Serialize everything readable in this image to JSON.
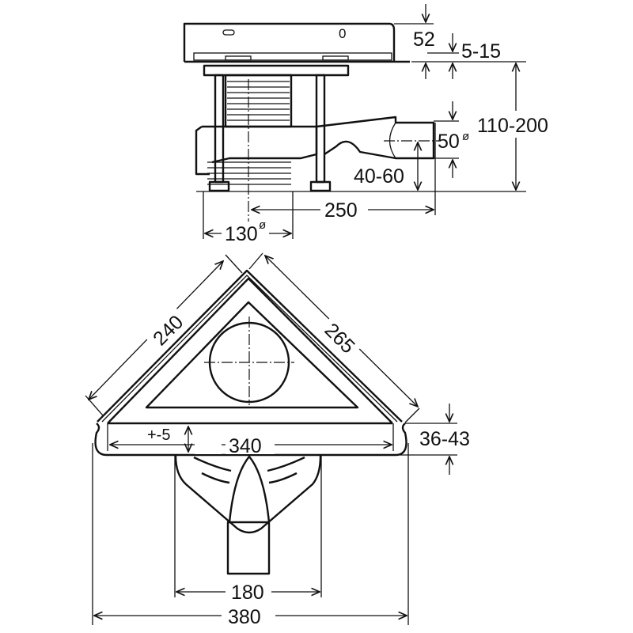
{
  "side_view": {
    "grate_height": "52",
    "adjust_range": "5-15",
    "total_height": "110-200",
    "outlet_diameter": "50",
    "outlet_height": "40-60",
    "outlet_distance": "250",
    "body_diameter": "130",
    "diameter_symbol": "ø",
    "grate_marker": "0"
  },
  "top_view": {
    "left_side": "240",
    "right_side": "265",
    "inner_width": "340",
    "tolerance": "+-5",
    "rim_height": "36-43",
    "funnel_width": "180",
    "total_width": "380"
  }
}
